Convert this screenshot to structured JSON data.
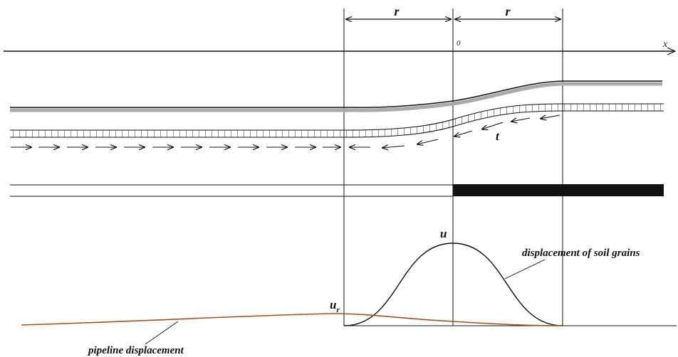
{
  "labels": {
    "r_left": "r",
    "r_right": "r",
    "origin": "0",
    "x_axis": "x",
    "t": "t",
    "u": "u",
    "u_r_main": "u",
    "u_r_sub": "r",
    "soil": "displacement of soil grains",
    "pipeline": "pipeline displacement"
  },
  "colors": {
    "line": "#111111",
    "pipe_shadow": "#aaaaaa",
    "pipeline_curve": "#a0521a",
    "fill_bar": "#111111"
  }
}
